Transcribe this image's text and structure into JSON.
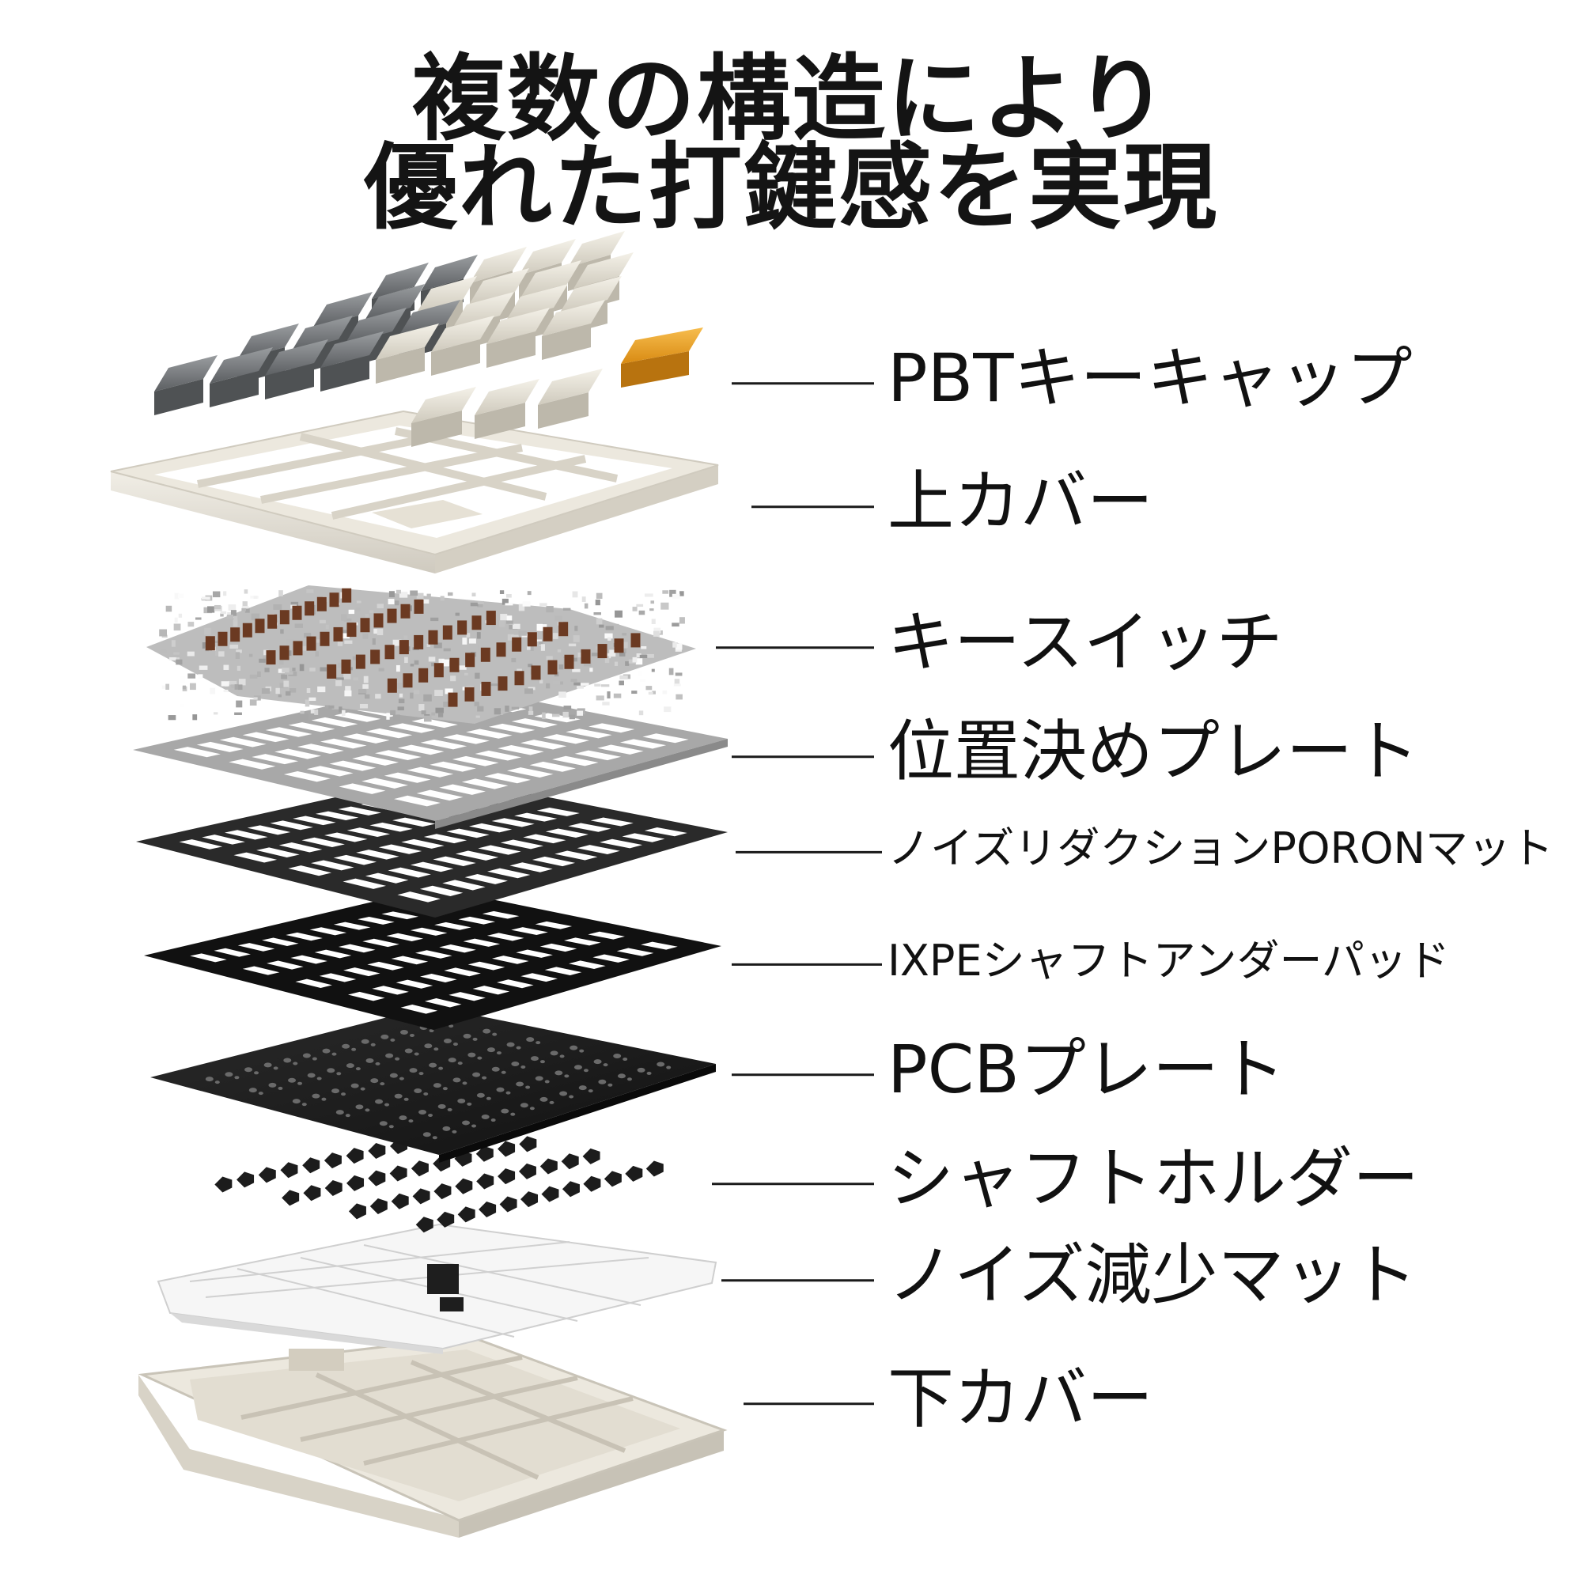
{
  "title": {
    "line1": "複数の構造により",
    "line2": "優れた打鍵感を実現"
  },
  "layers": [
    {
      "id": "keycaps",
      "label": "PBTキーキャップ"
    },
    {
      "id": "top-cover",
      "label": "上カバー"
    },
    {
      "id": "key-switches",
      "label": "キースイッチ"
    },
    {
      "id": "positioning-plate",
      "label": "位置決めプレート"
    },
    {
      "id": "poron-mat",
      "label": "ノイズリダクションPORONマット"
    },
    {
      "id": "ixpe-pad",
      "label": "IXPEシャフトアンダーパッド"
    },
    {
      "id": "pcb-plate",
      "label": "PCBプレート"
    },
    {
      "id": "shaft-holder",
      "label": "シャフトホルダー"
    },
    {
      "id": "noise-mat",
      "label": "ノイズ減少マット"
    },
    {
      "id": "bottom-cover",
      "label": "下カバー"
    }
  ],
  "colors": {
    "keycap_dark": "#6f7275",
    "keycap_light": "#e4e0d4",
    "keycap_accent": "#f0a52a",
    "cover": "#ebe7dc",
    "switch_stem": "#6b3a22",
    "plate_gray": "#a7a7a7",
    "mat_dark": "#2a2a2a",
    "pcb": "#1b1b1b",
    "mat_clear": "#f3f3f3"
  }
}
